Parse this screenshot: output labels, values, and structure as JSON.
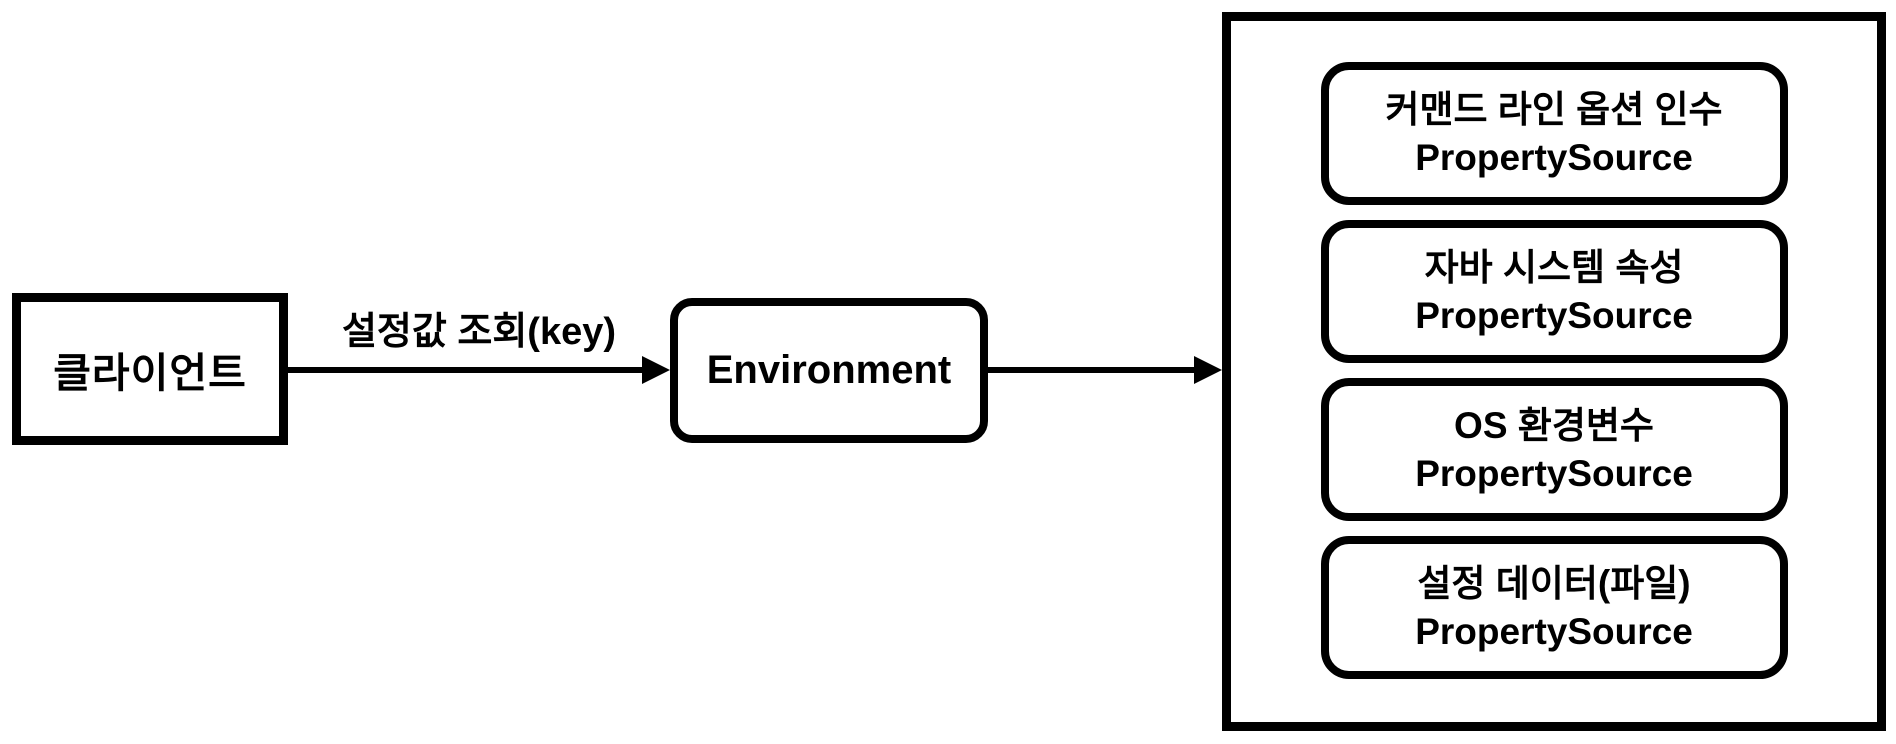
{
  "diagram": {
    "client": {
      "label": "클라이언트"
    },
    "request_arrow": {
      "label": "설정값 조회(key)"
    },
    "environment": {
      "label": "Environment"
    },
    "property_sources": [
      {
        "line1": "커맨드 라인 옵션 인수",
        "line2": "PropertySource"
      },
      {
        "line1": "자바 시스템 속성",
        "line2": "PropertySource"
      },
      {
        "line1": "OS 환경변수",
        "line2": "PropertySource"
      },
      {
        "line1": "설정 데이터(파일)",
        "line2": "PropertySource"
      }
    ],
    "colors": {
      "stroke": "#000000",
      "background": "#ffffff"
    }
  }
}
